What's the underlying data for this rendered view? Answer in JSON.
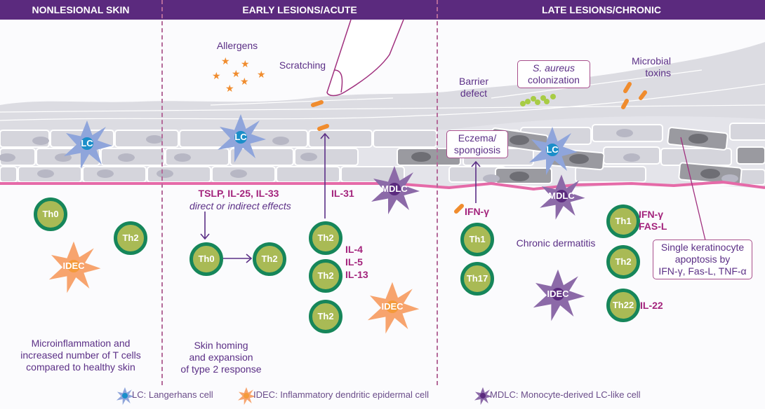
{
  "header": {
    "sections": [
      {
        "title": "NONLESIONAL SKIN"
      },
      {
        "title": "EARLY LESIONS/ACUTE"
      },
      {
        "title": "LATE LESIONS/CHRONIC"
      }
    ]
  },
  "nonlesional": {
    "cells": {
      "lc": "LC",
      "th0": "Th0",
      "th2": "Th2",
      "idec": "IDEC"
    },
    "caption": [
      "Microinflammation and",
      "increased number of T cells",
      "compared to healthy skin"
    ]
  },
  "early": {
    "allergens_label": "Allergens",
    "scratching_label": "Scratching",
    "cells": {
      "lc": "LC",
      "mdlc": "MDLC",
      "th0": "Th0",
      "th2_a": "Th2",
      "th2_b": "Th2",
      "th2_c": "Th2",
      "th2_d": "Th2",
      "idec": "IDEC"
    },
    "cytokines_top": "TSLP, IL-25, IL-33",
    "effects_label": "direct or indirect effects",
    "il31": "IL-31",
    "th2_cytokines": [
      "IL-4",
      "IL-5",
      "IL-13"
    ],
    "caption": [
      "Skin homing",
      "and expansion",
      "of type 2 response"
    ]
  },
  "late": {
    "barrier_label": [
      "Barrier",
      "defect"
    ],
    "s_aureus_label": [
      "S. aureus",
      "colonization"
    ],
    "microbial_label": [
      "Microbial",
      "toxins"
    ],
    "eczema_label": [
      "Eczema/",
      "spongiosis"
    ],
    "ifn_label": "IFN-γ",
    "cells": {
      "lc": "LC",
      "mdlc": "MDLC",
      "idec": "IDEC",
      "th1_a": "Th1",
      "th17": "Th17",
      "th1_b": "Th1",
      "th2": "Th2",
      "th22": "Th22"
    },
    "th1_cytokines": [
      "IFN-γ",
      "FAS-L"
    ],
    "il22": "IL-22",
    "chronic_label": "Chronic dermatitis",
    "apoptosis_label": [
      "Single keratinocyte",
      "apoptosis by",
      "IFN-γ, Fas-L, TNF-α"
    ]
  },
  "legend": [
    {
      "icon": "lc-cell-icon",
      "text": "LC: Langerhans cell",
      "color": "#8fa5db"
    },
    {
      "icon": "idec-cell-icon",
      "text": "IDEC: Inflammatory dendritic epidermal cell",
      "color": "#f7a46e"
    },
    {
      "icon": "mdlc-cell-icon",
      "text": "MDLC: Monocyte-derived LC-like cell",
      "color": "#8c6aa8"
    }
  ],
  "colors": {
    "header": "#5b2a7e",
    "text": "#5b2f86",
    "cytokine": "#a3237c",
    "tcell_ring": "#16865a",
    "tcell_fill": "#a9ba55",
    "basement": "#e56aa8"
  }
}
